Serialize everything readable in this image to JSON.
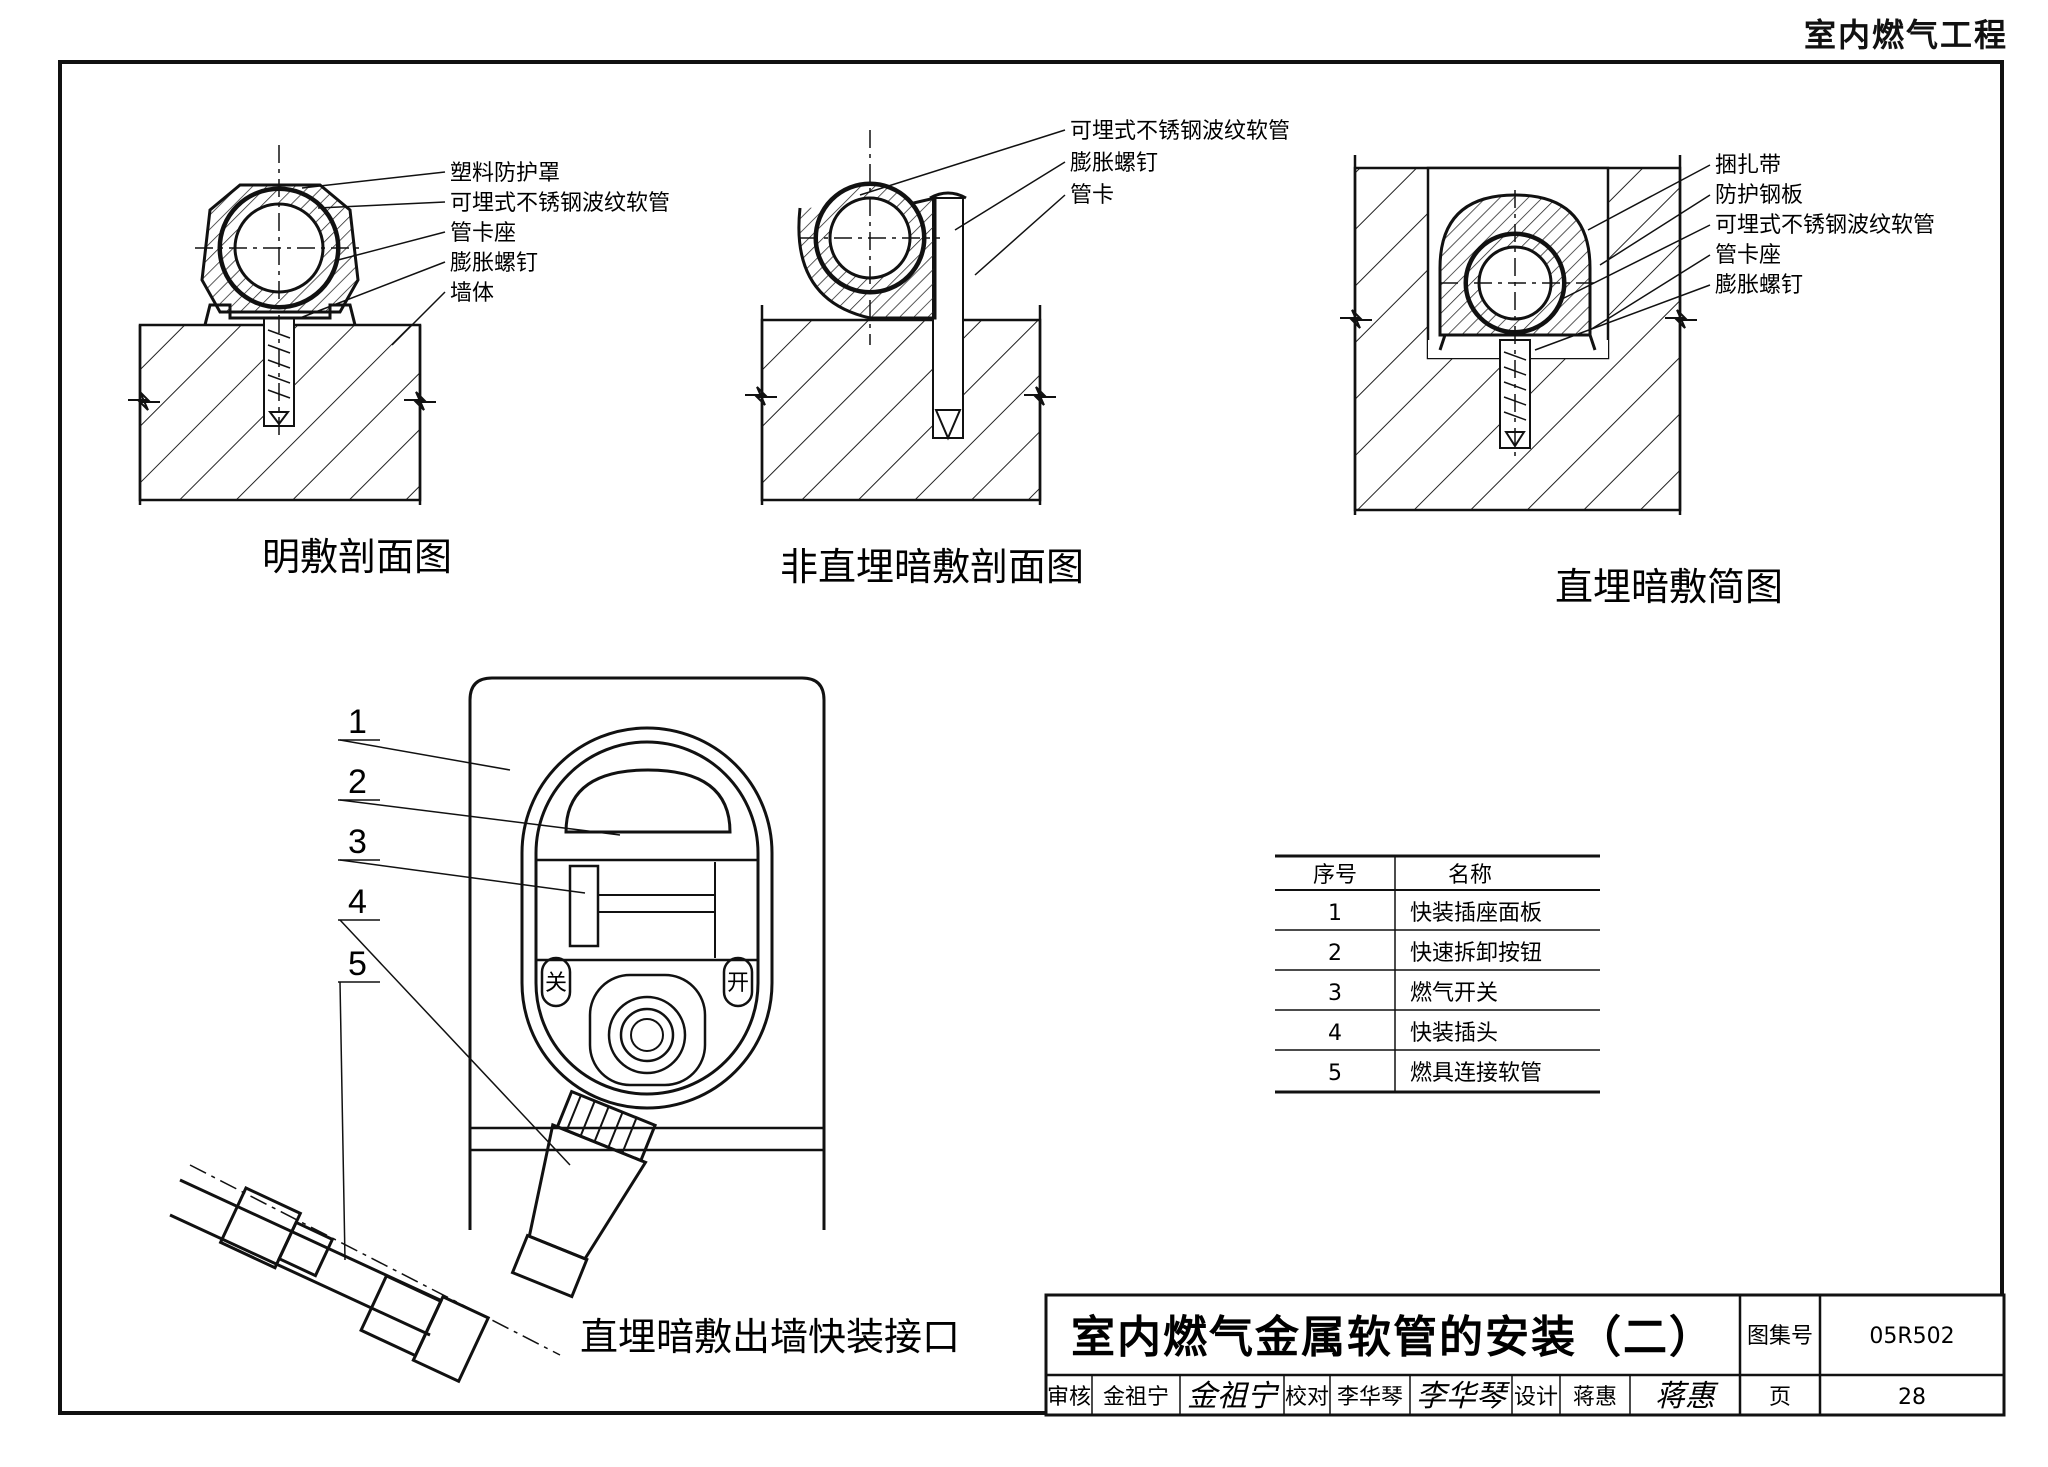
{
  "header": {
    "title": "室内燃气工程"
  },
  "figures": {
    "open": {
      "caption": "明敷剖面图",
      "labels": [
        "塑料防护罩",
        "可埋式不锈钢波纹软管",
        "管卡座",
        "膨胀螺钉",
        "墙体"
      ]
    },
    "nondirect": {
      "caption": "非直埋暗敷剖面图",
      "labels": [
        "可埋式不锈钢波纹软管",
        "膨胀螺钉",
        "管卡"
      ]
    },
    "direct": {
      "caption": "直埋暗敷简图",
      "labels": [
        "捆扎带",
        "防护钢板",
        "可埋式不锈钢波纹软管",
        "管卡座",
        "膨胀螺钉"
      ]
    },
    "outlet": {
      "caption": "直埋暗敷出墙快装接口",
      "numbers": [
        "1",
        "2",
        "3",
        "4",
        "5"
      ],
      "switch_off": "关",
      "switch_on": "开"
    }
  },
  "parts_table": {
    "headers": [
      "序号",
      "名称"
    ],
    "rows": [
      [
        "1",
        "快装插座面板"
      ],
      [
        "2",
        "快速拆卸按钮"
      ],
      [
        "3",
        "燃气开关"
      ],
      [
        "4",
        "快装插头"
      ],
      [
        "5",
        "燃具连接软管"
      ]
    ]
  },
  "title_block": {
    "title": "室内燃气金属软管的安装（二）",
    "atlas_label": "图集号",
    "atlas_value": "05R502",
    "review_label": "审核",
    "reviewer": "金祖宁",
    "reviewer_sign": "金祖宁",
    "check_label": "校对",
    "checker": "李华琴",
    "checker_sign": "李华琴",
    "design_label": "设计",
    "designer": "蒋惠",
    "designer_sign": "蒋惠",
    "page_label": "页",
    "page_value": "28"
  }
}
